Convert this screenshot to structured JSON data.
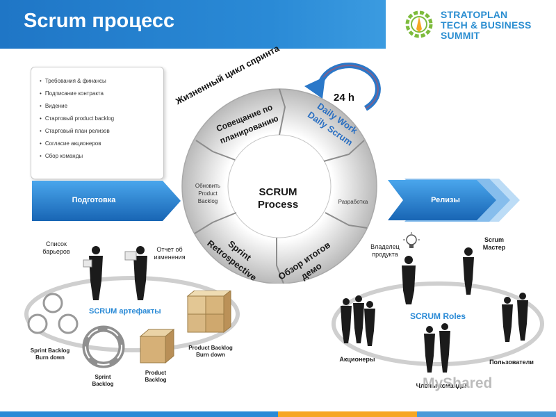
{
  "header": {
    "title": "Scrum процесс",
    "logo_lines": [
      "STRATOPLAN",
      "TECH & BUSINESS",
      "SUMMIT"
    ],
    "band_color": "#2a8ad6",
    "logo_green": "#7dbb3c",
    "logo_blue": "#2b8ed1"
  },
  "prep_checklist": [
    "Требования & финансы",
    "Подписание контракта",
    "Видение",
    "Стартовый product backlog",
    "Стартовый план релизов",
    "Согласие акционеров",
    "Сбор команды"
  ],
  "arrows": {
    "prep": "Подготовка",
    "releases": "Релизы"
  },
  "cycle": {
    "ring_label": "Жизненный цикл спринта",
    "planning": [
      "Совещание по",
      "планированию"
    ],
    "daily": [
      "Daily Work",
      "Daily Scrum"
    ],
    "daily_time": "24 h",
    "update_backlog": [
      "Обновить",
      "Product",
      "Backlog"
    ],
    "development": "Разработка",
    "center": [
      "SCRUM",
      "Process"
    ],
    "retro": [
      "Sprint",
      "Retrospective"
    ],
    "review": [
      "Обзор итогов",
      "демо"
    ]
  },
  "artifacts": {
    "title": "SCRUM артефакты",
    "barriers": [
      "Список",
      "барьеров"
    ],
    "change_report": [
      "Отчет об",
      "изменения"
    ],
    "burndown": [
      "Sprint Backlog",
      "Burn down"
    ],
    "sprint_backlog": [
      "Sprint",
      "Backlog"
    ],
    "product_backlog": [
      "Product",
      "Backlog"
    ],
    "product_burndown": [
      "Product Backlog",
      "Burn down"
    ]
  },
  "roles": {
    "title": "SCRUM Roles",
    "owner": [
      "Владелец",
      "продукта"
    ],
    "master": [
      "Scrum",
      "Мастер"
    ],
    "stakeholders": "Акционеры",
    "users": "Пользователи",
    "team": "Члены команды"
  },
  "watermark": "MyShared"
}
